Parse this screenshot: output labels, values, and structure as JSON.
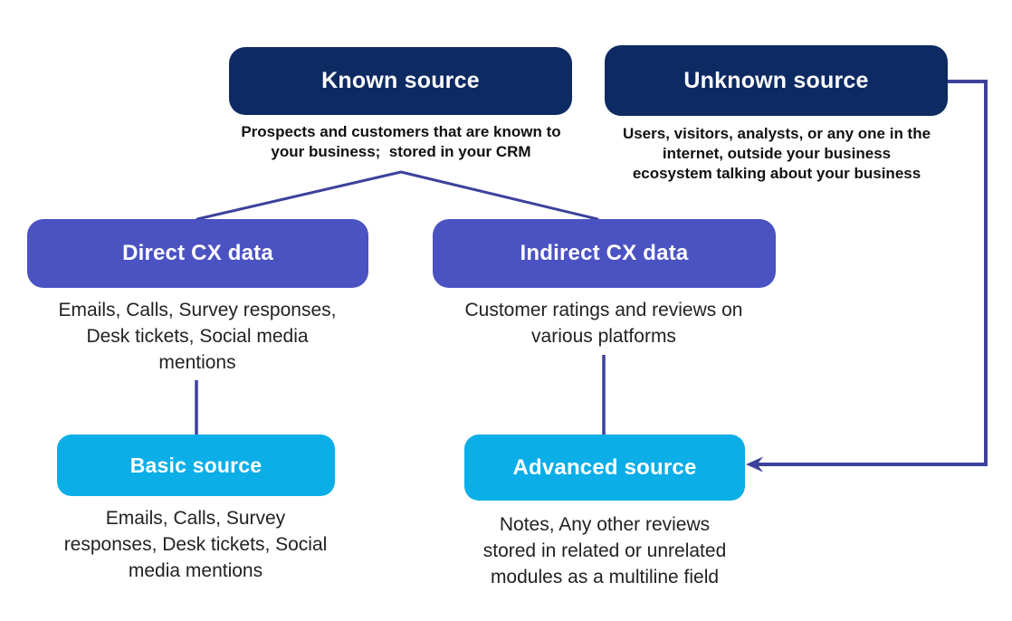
{
  "diagram": {
    "title_implicit": "CX data sources flow",
    "colors": {
      "navy_box": "#0e2a63",
      "purple_box": "#4b52c2",
      "cyan_box": "#0caee8",
      "connector_line": "#3c429b",
      "body_text": "#222222",
      "box_label_text": "#ffffff"
    },
    "nodes": {
      "known": {
        "label": "Known source",
        "description": "Prospects and customers that are known to\nyour business;  stored in your CRM"
      },
      "unknown": {
        "label": "Unknown source",
        "description": "Users, visitors, analysts, or any one in the\ninternet, outside your business\necosystem talking about your business"
      },
      "direct": {
        "label": "Direct CX data",
        "description": "Emails, Calls, Survey responses,\nDesk tickets, Social media\nmentions"
      },
      "indirect": {
        "label": "Indirect CX data",
        "description": "Customer ratings and reviews on\nvarious platforms"
      },
      "basic": {
        "label": "Basic source",
        "description": "Emails, Calls, Survey\nresponses, Desk tickets, Social\nmedia mentions"
      },
      "advanced": {
        "label": "Advanced source",
        "description": "Notes, Any other reviews\nstored in related or unrelated\nmodules as a multiline field"
      }
    },
    "connections": [
      "known -> direct",
      "known -> indirect",
      "direct -> basic",
      "indirect -> advanced",
      "unknown -> advanced (arrow)"
    ]
  }
}
